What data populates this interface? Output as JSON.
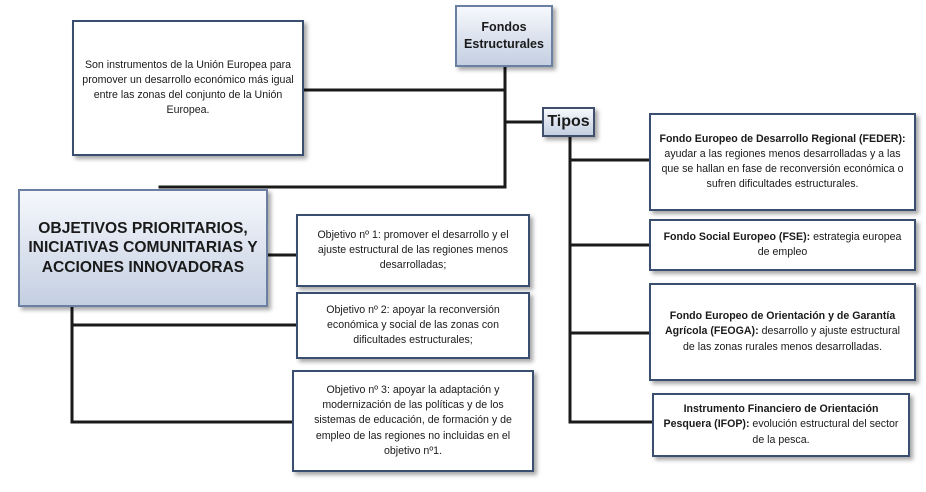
{
  "root": {
    "line1": "Fondos",
    "line2": "Estructurales"
  },
  "description": "Son instrumentos de la Unión Europea para promover un desarrollo económico más igual entre las zonas del conjunto de la Unión Europea.",
  "tipos_label": "Tipos",
  "objetivos_heading": "OBJETIVOS PRIORITARIOS, INICIATIVAS COMUNITARIAS Y ACCIONES INNOVADORAS",
  "objectives": [
    {
      "text": "Objetivo nº 1: promover el desarrollo y el ajuste estructural de las regiones menos desarrolladas;"
    },
    {
      "text": "Objetivo nº 2: apoyar la reconversión económica y social de las zonas con dificultades estructurales;"
    },
    {
      "text": "Objetivo nº 3: apoyar la adaptación y modernización de las políticas y de los sistemas de educación, de formación y de empleo de las regiones no incluidas en el objetivo nº1."
    }
  ],
  "fund_types": [
    {
      "name": "Fondo Europeo de Desarrollo Regional (FEDER):",
      "description": " ayudar a las regiones menos desarrolladas y a las que se hallan en fase de reconversión económica o sufren dificultades estructurales."
    },
    {
      "name": "Fondo Social Europeo (FSE):",
      "description": " estrategia europea de empleo"
    },
    {
      "name": "Fondo Europeo de Orientación y de Garantía Agrícola (FEOGA):",
      "description": " desarrollo y ajuste estructural de las zonas rurales menos desarrolladas."
    },
    {
      "name": "Instrumento Financiero de Orientación Pesquera (IFOP):",
      "description": " evolución estructural del sector de la pesca."
    }
  ],
  "colors": {
    "line": "#1a1a1a",
    "border": "#3a4f70",
    "gradient_top": "#f6f8fc",
    "gradient_bottom": "#c4cfe2"
  }
}
